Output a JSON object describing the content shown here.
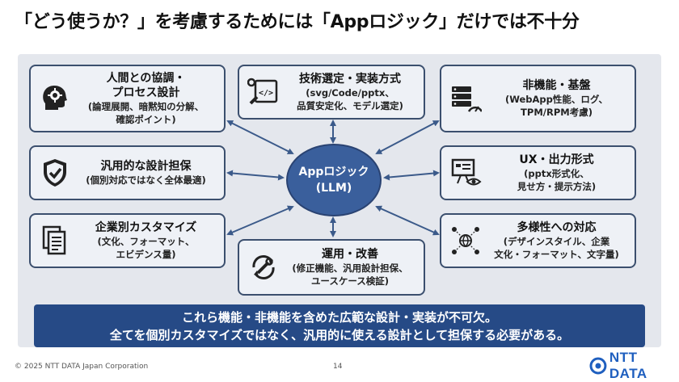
{
  "title": "「どう使うか？」を考慮するためには「Appロジック」だけでは不十分",
  "hub": {
    "line1": "Appロジック",
    "line2": "(LLM)"
  },
  "nodes": {
    "human": {
      "title1": "人間との協調・",
      "title2": "プロセス設計",
      "sub1": "(論理展開、暗黙知の分解、",
      "sub2": "確認ポイント)",
      "icon": "head-gear-icon"
    },
    "tech": {
      "title1": "技術選定・実装方式",
      "sub1": "(svg/Code/pptx、",
      "sub2": "品質安定化、モデル選定)",
      "icon": "tools-code-icon"
    },
    "nonfunc": {
      "title1": "非機能・基盤",
      "sub1": "(WebApp性能、ログ、",
      "sub2": "TPM/RPM考慮)",
      "icon": "server-gauge-icon"
    },
    "generic": {
      "title1": "汎用的な設計担保",
      "sub1": "(個別対応ではなく全体最適)",
      "icon": "shield-check-icon"
    },
    "ux": {
      "title1": "UX・出力形式",
      "sub1": "(pptx形式化、",
      "sub2": "見せ方・提示方法)",
      "icon": "presentation-eye-icon"
    },
    "custom": {
      "title1": "企業別カスタマイズ",
      "sub1": "(文化、フォーマット、",
      "sub2": "エビデンス量)",
      "icon": "documents-icon"
    },
    "ops": {
      "title1": "運用・改善",
      "sub1": "(修正機能、汎用設計担保、",
      "sub2": "ユースケース検証)",
      "icon": "wrench-cycle-icon"
    },
    "diversity": {
      "title1": "多様性への対応",
      "sub1": "(デザインスタイル、企業",
      "sub2": "文化・フォーマット、文字量)",
      "icon": "globe-people-icon"
    }
  },
  "banner": {
    "line1": "これら機能・非機能を含めた広範な設計・実装が不可欠。",
    "line2": "全てを個別カスタマイズではなく、汎用的に使える設計として担保する必要がある。"
  },
  "footer": {
    "copyright": "© 2025 NTT DATA Japan Corporation",
    "page": "14",
    "logo": "NTT DATA"
  },
  "colors": {
    "hub": "#3a5f9c",
    "banner": "#264a86",
    "border": "#3b4f6e",
    "arrow": "#3b5a8a"
  }
}
